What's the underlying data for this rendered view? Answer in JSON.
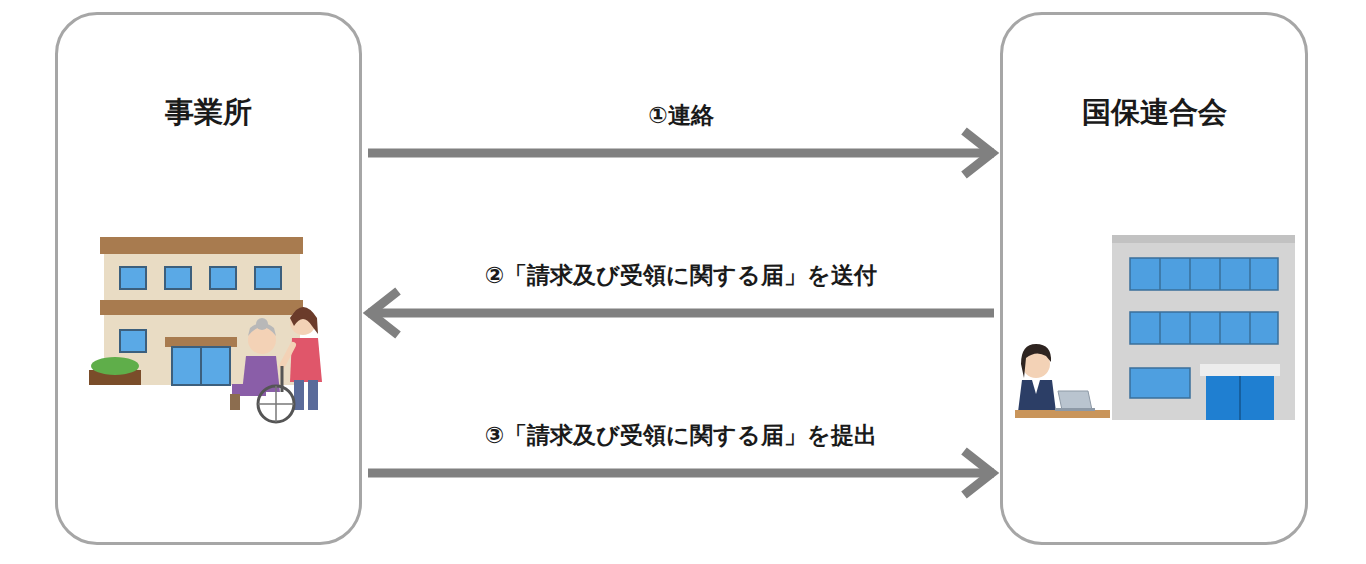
{
  "diagram": {
    "nodes": [
      {
        "text": [
          "事業所"
        ]
      },
      {
        "text": [
          "国保連合会"
        ]
      }
    ],
    "edges": [
      {
        "from": 0,
        "to": 1,
        "label": "①連絡",
        "arrow": "to"
      },
      {
        "from": 1,
        "to": 0,
        "label": "②「請求及び受領に関する届」を送付",
        "arrow": "to"
      },
      {
        "from": 0,
        "to": 1,
        "label": "③「請求及び受領に関する届」を提出",
        "arrow": "to"
      }
    ]
  }
}
